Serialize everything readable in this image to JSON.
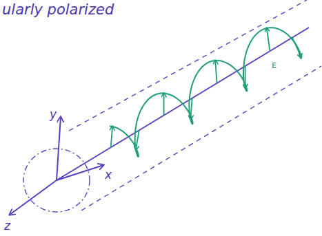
{
  "diagram": {
    "title": "ularly polarized",
    "labels": [
      "y",
      "x",
      "z",
      "E"
    ]
  }
}
